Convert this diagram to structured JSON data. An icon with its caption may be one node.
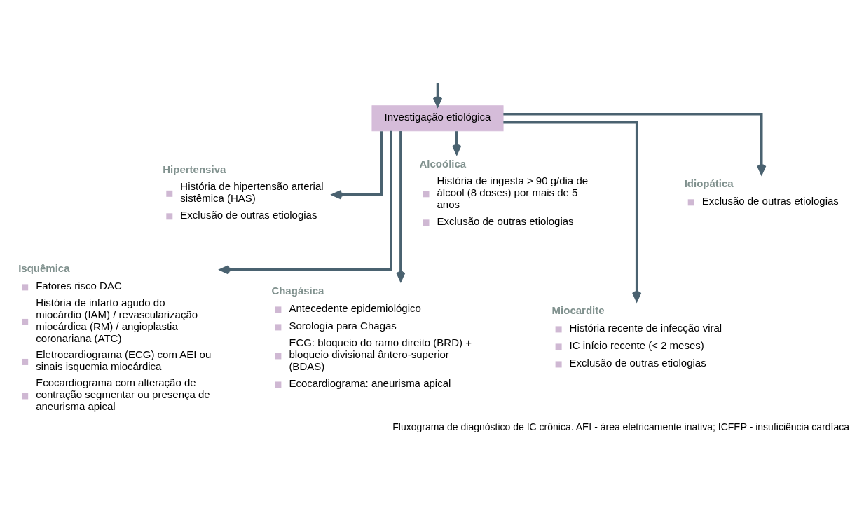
{
  "diagram": {
    "caption": "Fluxograma de diagnóstico de IC crônica. AEI - área eletricamente inativa; ICFEP - insuficiência cardíaca",
    "nodes": [
      {
        "text": [
          "Investigação etiológica"
        ]
      },
      {
        "text": [
          "Hipertensiva",
          "História de hipertensão arterial sistêmica (HAS)",
          "Exclusão de outras etiologias"
        ]
      },
      {
        "text": [
          "Alcoólica",
          "História de ingesta > 90 g/dia de álcool (8 doses) por mais de 5 anos",
          "Exclusão de outras etiologias"
        ]
      },
      {
        "text": [
          "Idiopática",
          "Exclusão de outras etiologias"
        ]
      },
      {
        "text": [
          "Isquêmica",
          "Fatores risco DAC",
          "História de infarto agudo do miocárdio (IAM) / revascularização miocárdica (RM) / angioplastia coronariana (ATC)",
          "Eletrocardiograma (ECG) com AEI ou sinais isquemia miocárdica",
          "Ecocardiograma com alteração de contração segmentar ou presença de aneurisma apical"
        ]
      },
      {
        "text": [
          "Chagásica",
          "Antecedente epidemiológico",
          "Sorologia para Chagas",
          "ECG: bloqueio do ramo direito (BRD) + bloqueio divisional ântero-superior (BDAS)",
          "Ecocardiograma: aneurisma apical"
        ]
      },
      {
        "text": [
          "Miocardite",
          "História recente de infecção viral",
          "IC início recente (< 2 meses)",
          "Exclusão de outras etiologias"
        ]
      }
    ],
    "edges": [
      {
        "from": null,
        "to": 0,
        "arrow": "to"
      },
      {
        "from": 0,
        "to": 4,
        "arrow": "to"
      },
      {
        "from": 0,
        "to": 1,
        "arrow": "to"
      },
      {
        "from": 0,
        "to": 5,
        "arrow": "to"
      },
      {
        "from": 0,
        "to": 2,
        "arrow": "to"
      },
      {
        "from": 0,
        "to": 6,
        "arrow": "to"
      },
      {
        "from": 0,
        "to": 3,
        "arrow": "to"
      }
    ]
  }
}
